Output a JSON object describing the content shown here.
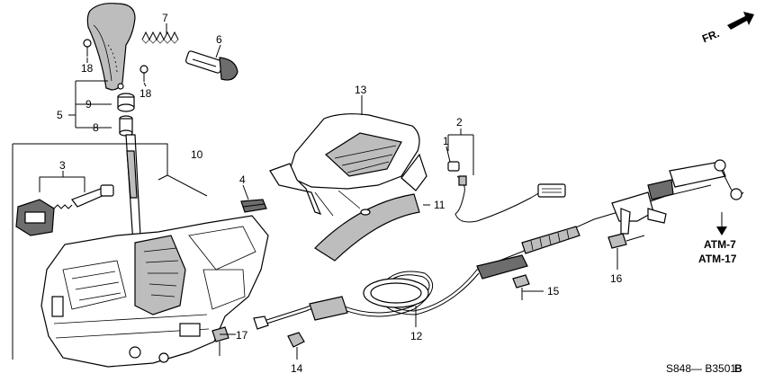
{
  "callouts": {
    "c1": "1",
    "c2": "2",
    "c3": "3",
    "c4": "4",
    "c5": "5",
    "c6": "6",
    "c7": "7",
    "c8": "8",
    "c9": "9",
    "c10": "10",
    "c11": "11",
    "c12": "12",
    "c13": "13",
    "c14": "14",
    "c15": "15",
    "c16": "16",
    "c17": "17",
    "c18a": "18",
    "c18b": "18"
  },
  "references": {
    "ref1": "ATM-7",
    "ref2": "ATM-17"
  },
  "direction": {
    "label": "FR."
  },
  "footer": {
    "code": "S848— B3501",
    "suffix": "B"
  }
}
